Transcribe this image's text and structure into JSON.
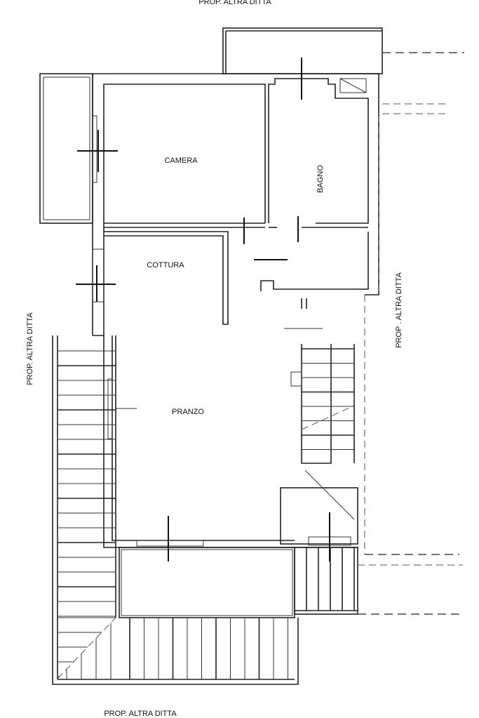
{
  "plan": {
    "labels": {
      "top": "PROP. ALTRA DITTA",
      "bottom": "PROP. ALTRA DITTA",
      "left": "PROP. ALTRA DITTA",
      "right": "PROP . ALTRA DITTA"
    },
    "rooms": {
      "camera": "CAMERA",
      "bagno": "BAGNO",
      "cottura": "COTTURA",
      "pranzo": "PRANZO"
    }
  }
}
